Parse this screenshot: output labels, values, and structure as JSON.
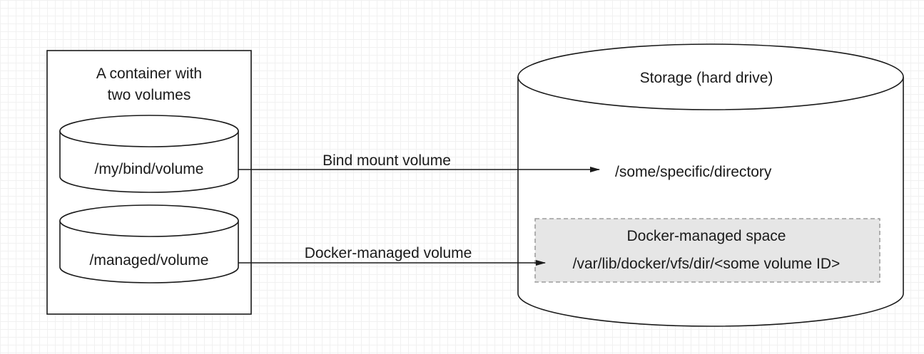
{
  "container": {
    "title_line1": "A container with",
    "title_line2": "two volumes",
    "volumes": [
      {
        "path": "/my/bind/volume"
      },
      {
        "path": "/managed/volume"
      }
    ]
  },
  "storage": {
    "title": "Storage (hard drive)",
    "specific_directory": "/some/specific/directory",
    "managed_space": {
      "title": "Docker-managed space",
      "path": "/var/lib/docker/vfs/dir/<some volume ID>"
    }
  },
  "connections": {
    "bind": "Bind mount volume",
    "managed": "Docker-managed volume"
  }
}
